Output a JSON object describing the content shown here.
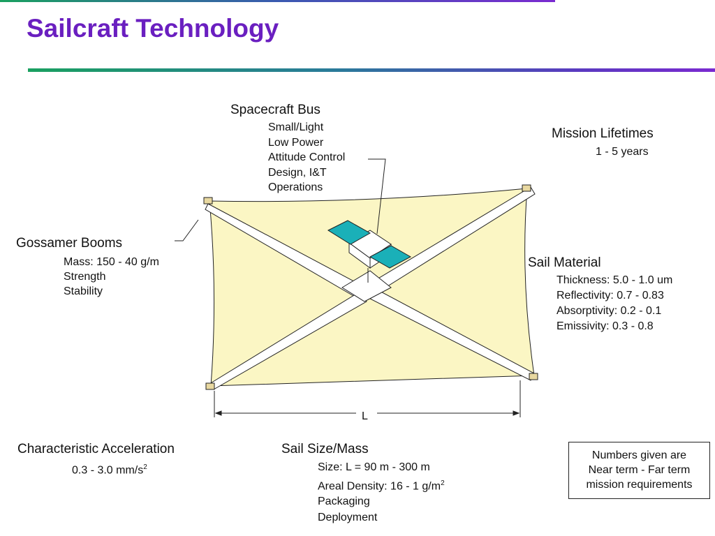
{
  "title": "Sailcraft Technology",
  "spacecraft_bus": {
    "heading": "Spacecraft Bus",
    "items": [
      "Small/Light",
      "Low Power",
      "Attitude Control",
      "Design, I&T",
      "Operations"
    ]
  },
  "mission": {
    "heading": "Mission Lifetimes",
    "value": "1 - 5 years"
  },
  "booms": {
    "heading": "Gossamer Booms",
    "items": [
      "Mass: 150 - 40 g/m",
      "Strength",
      "Stability"
    ]
  },
  "material": {
    "heading": "Sail Material",
    "items": [
      "Thickness: 5.0 - 1.0 um",
      "Reflectivity: 0.7 - 0.83",
      "Absorptivity:  0.2 - 0.1",
      "Emissivity: 0.3 - 0.8"
    ]
  },
  "dimension_label": "L",
  "accel": {
    "heading": "Characteristic Acceleration",
    "value": "0.3 - 3.0 mm/s",
    "sup": "2"
  },
  "size": {
    "heading": "Sail Size/Mass",
    "items": [
      "Size: L = 90 m - 300 m",
      "Areal Density: 16 - 1 g/m",
      "Packaging",
      "Deployment"
    ],
    "sup": "2"
  },
  "note": [
    "Numbers given are",
    "Near term - Far term",
    "mission requirements"
  ],
  "colors": {
    "title": "#6a1fc0",
    "sail": "#fbf6c4",
    "panel": "#1ab0b8"
  }
}
